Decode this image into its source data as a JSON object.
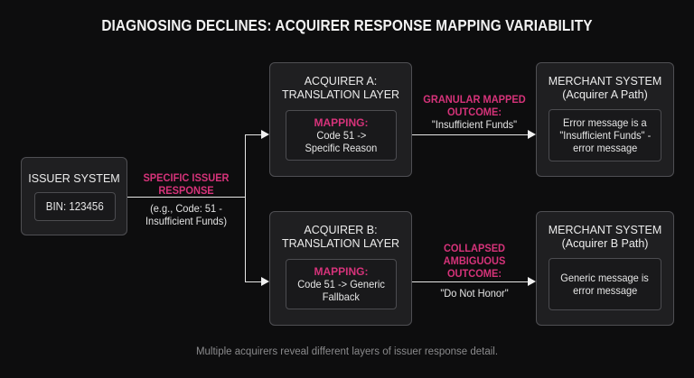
{
  "title": "DIAGNOSING DECLINES: ACQUIRER RESPONSE MAPPING VARIABILITY",
  "issuer": {
    "heading": "ISSUER SYSTEM",
    "bin": "BIN: 123456"
  },
  "issuer_response": {
    "label_line1": "SPECIFIC ISSUER",
    "label_line2": "RESPONSE",
    "detail_line1": "(e.g., Code: 51 -",
    "detail_line2": "Insufficient Funds)"
  },
  "acquirer_a": {
    "heading_line1": "ACQUIRER A:",
    "heading_line2": "TRANSLATION LAYER",
    "mapping_label": "MAPPING:",
    "mapping_line1": "Code 51 ->",
    "mapping_line2": "Specific Reason"
  },
  "acquirer_b": {
    "heading_line1": "ACQUIRER B:",
    "heading_line2": "TRANSLATION LAYER",
    "mapping_label": "MAPPING:",
    "mapping_line1": "Code 51 -> Generic",
    "mapping_line2": "Fallback"
  },
  "outcome_a": {
    "label_line1": "GRANULAR MAPPED",
    "label_line2": "OUTCOME:",
    "value": "\"Insufficient Funds\""
  },
  "outcome_b": {
    "label_line1": "COLLAPSED",
    "label_line2": "AMBIGUOUS",
    "label_line3": "OUTCOME:",
    "value": "\"Do Not Honor\""
  },
  "merchant_a": {
    "heading_line1": "MERCHANT SYSTEM",
    "heading_line2": "(Acquirer A Path)",
    "message_line1": "Error message is a",
    "message_line2": "\"Insufficient Funds\" -",
    "message_line3": "error message"
  },
  "merchant_b": {
    "heading_line1": "MERCHANT SYSTEM",
    "heading_line2": "(Acquirer B Path)",
    "message_line1": "Generic message is",
    "message_line2": "error message"
  },
  "footer": "Multiple acquirers reveal different layers of issuer response detail.",
  "colors": {
    "background": "#0d0d0e",
    "accent": "#d6337a",
    "box": "#1f1f21",
    "border": "#4f4f53"
  }
}
